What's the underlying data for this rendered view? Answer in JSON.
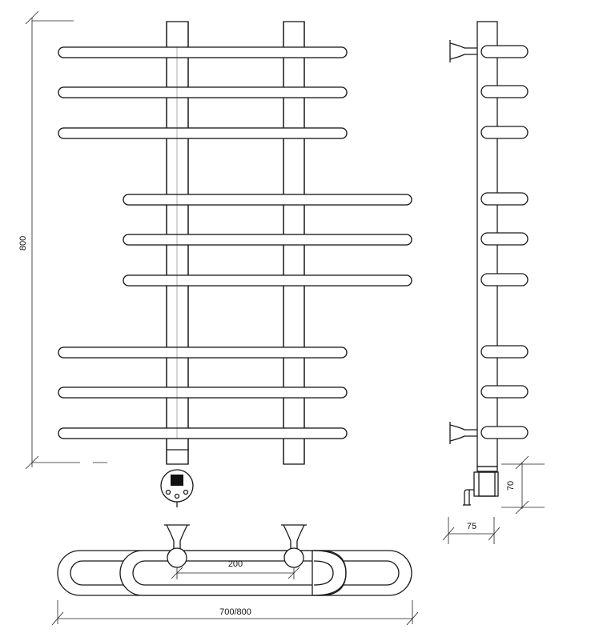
{
  "dimensions": {
    "height": "800",
    "width": "700/800",
    "axis_spacing": "200",
    "side_depth": "75",
    "connection_height": "70"
  },
  "counts": {
    "front_rails": 9,
    "side_rails": 9
  },
  "colors": {
    "line": "#1a1a1a",
    "background": "#ffffff",
    "display": "#111111"
  }
}
